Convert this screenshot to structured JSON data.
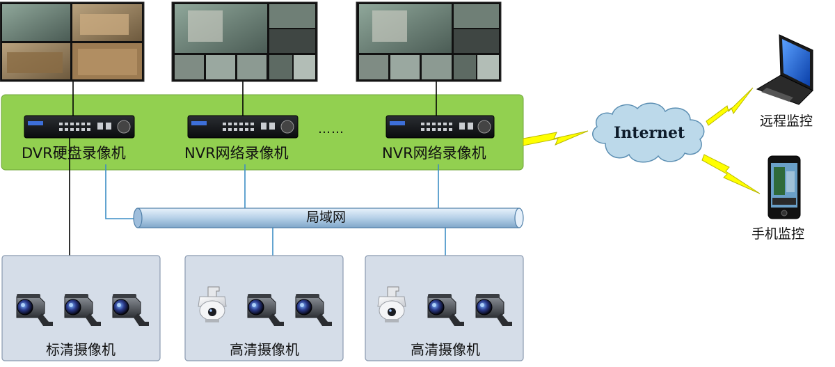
{
  "recorders": {
    "dvr_label": "DVR硬盘录像机",
    "nvr1_label": "NVR网络录像机",
    "nvr2_label": "NVR网络录像机",
    "ellipsis": "……"
  },
  "network": {
    "lan_label": "局域网",
    "internet_label": "Internet"
  },
  "remote": {
    "remote_monitor_label": "远程监控",
    "mobile_monitor_label": "手机监控"
  },
  "camera_groups": {
    "sd_label": "标清摄像机",
    "hd1_label": "高清摄像机",
    "hd2_label": "高清摄像机"
  },
  "colors": {
    "green_panel": "#92d050",
    "camera_panel": "#d5dde8",
    "lan_pipe": "#b8d2ea",
    "cloud": "#bcd9ea",
    "bolt": "#ffff00",
    "link_blue": "#3c8dc5"
  }
}
